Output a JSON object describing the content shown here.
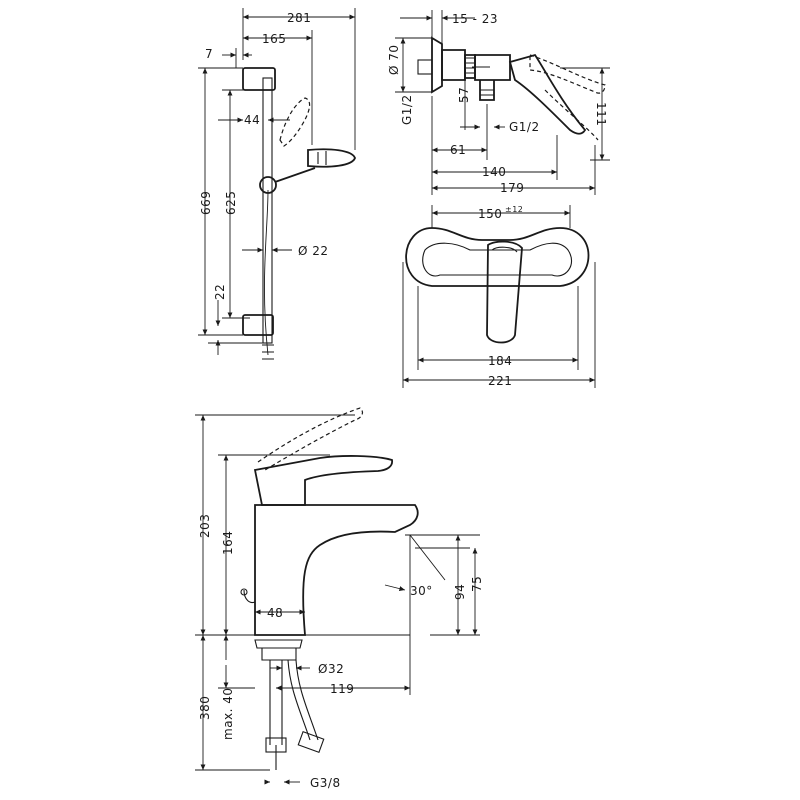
{
  "shower_set": {
    "dims": {
      "width_total": "281",
      "width_rail": "165",
      "offset_7": "7",
      "offset_44": "44",
      "height_total": "669",
      "height_rail": "625",
      "diameter": "Ø 22",
      "bottom_offset": "22"
    }
  },
  "shower_mixer_side": {
    "dims": {
      "rosette": "15 - 23",
      "diameter": "Ø 70",
      "offset_57": "57",
      "inlet_left": "G1/2",
      "inlet_bottom": "G1/2",
      "depth_61": "61",
      "depth_140": "140",
      "depth_179": "179",
      "height_111": "111"
    }
  },
  "shower_mixer_front": {
    "dims": {
      "centers": "150",
      "centers_tolerance": "±12",
      "width_184": "184",
      "width_221": "221"
    }
  },
  "basin_mixer": {
    "dims": {
      "height_total": "203",
      "height_body": "164",
      "base": "48",
      "angle": "30°",
      "outlet_94": "94",
      "outlet_75": "75",
      "below_counter": "380",
      "max_40": "max. 40",
      "hole": "Ø32",
      "reach": "119",
      "connection": "G3/8"
    }
  }
}
